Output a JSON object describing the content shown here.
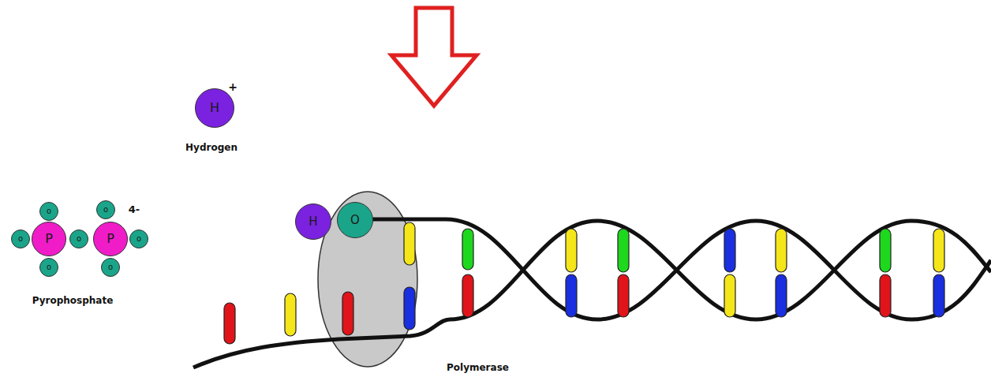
{
  "diagram": {
    "nodes": [
      {
        "text": [
          "H"
        ]
      },
      {
        "text": [
          "o"
        ]
      },
      {
        "text": [
          "o"
        ]
      },
      {
        "text": [
          "P"
        ]
      },
      {
        "text": [
          "o"
        ]
      },
      {
        "text": [
          "o"
        ]
      },
      {
        "text": [
          "o"
        ]
      },
      {
        "text": [
          "P"
        ]
      },
      {
        "text": [
          "o"
        ]
      },
      {
        "text": [
          "o"
        ]
      },
      {
        "text": [
          "Polymerase"
        ]
      },
      {
        "text": [
          "H"
        ]
      },
      {
        "text": [
          "O"
        ]
      }
    ],
    "edges": [],
    "labels": [
      "+",
      "Hydrogen",
      "4-",
      "Pyrophosphate"
    ]
  }
}
